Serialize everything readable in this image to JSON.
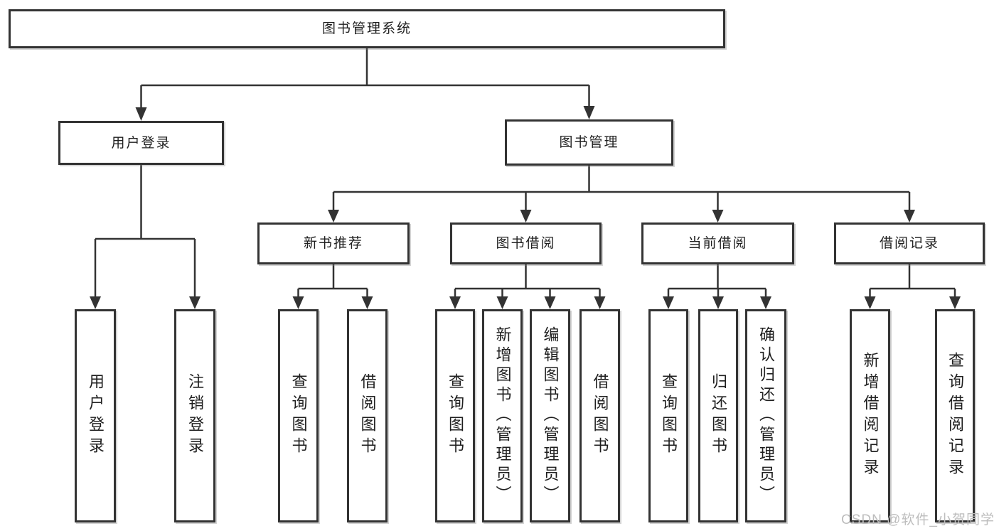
{
  "diagram": {
    "type": "tree",
    "colors": {
      "line": "#333333",
      "box_border": "#333333",
      "text": "#1f1f1f",
      "background": "#ffffff",
      "watermark": "#bdbdbd"
    },
    "nodes": {
      "root": {
        "label": "图书管理系统"
      },
      "user_login": {
        "label": "用户登录"
      },
      "book_mgmt": {
        "label": "图书管理"
      },
      "new_book_rec": {
        "label": "新书推荐"
      },
      "book_borrow": {
        "label": "图书借阅"
      },
      "current_borrow": {
        "label": "当前借阅"
      },
      "borrow_records": {
        "label": "借阅记录"
      },
      "leaf_user_login": {
        "label": "用户登录"
      },
      "leaf_logout": {
        "label": "注销登录"
      },
      "leaf_search_book_new": {
        "label": "查询图书"
      },
      "leaf_borrow_book_new": {
        "label": "借阅图书"
      },
      "leaf_search_book_borrow": {
        "label": "查询图书"
      },
      "leaf_add_book": {
        "label": "新增图书（管理员）"
      },
      "leaf_edit_book": {
        "label": "编辑图书（管理员）"
      },
      "leaf_borrow_book_borrow": {
        "label": "借阅图书"
      },
      "leaf_search_book_current": {
        "label": "查询图书"
      },
      "leaf_return_book": {
        "label": "归还图书"
      },
      "leaf_confirm_return": {
        "label": "确认归还（管理员）"
      },
      "leaf_add_borrow_record": {
        "label": "新增借阅记录"
      },
      "leaf_search_borrow_record": {
        "label": "查询借阅记录"
      }
    },
    "hierarchy": {
      "图书管理系统": {
        "用户登录": [
          "用户登录",
          "注销登录"
        ],
        "图书管理": {
          "新书推荐": [
            "查询图书",
            "借阅图书"
          ],
          "图书借阅": [
            "查询图书",
            "新增图书（管理员）",
            "编辑图书（管理员）",
            "借阅图书"
          ],
          "当前借阅": [
            "查询图书",
            "归还图书",
            "确认归还（管理员）"
          ],
          "借阅记录": [
            "新增借阅记录",
            "查询借阅记录"
          ]
        }
      }
    }
  },
  "watermark": {
    "text": "CSDN @软件_小贺同学"
  }
}
